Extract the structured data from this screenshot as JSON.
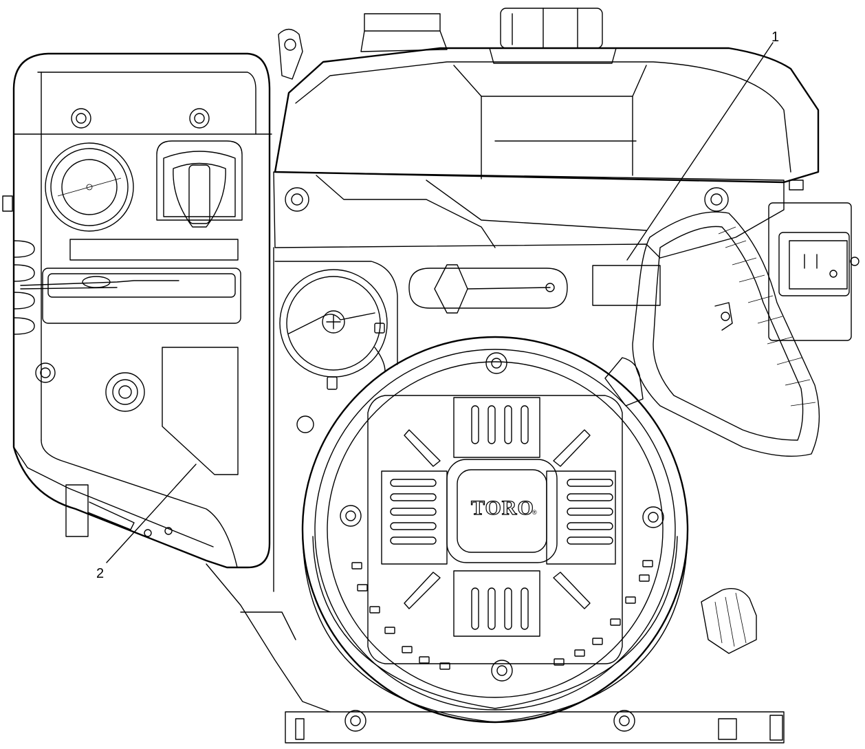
{
  "figure": {
    "callouts": [
      {
        "number": "1"
      },
      {
        "number": "2"
      }
    ],
    "logo_text": "TORO",
    "registered_mark": "®"
  },
  "colors": {
    "line": "#000000",
    "background": "#ffffff"
  }
}
